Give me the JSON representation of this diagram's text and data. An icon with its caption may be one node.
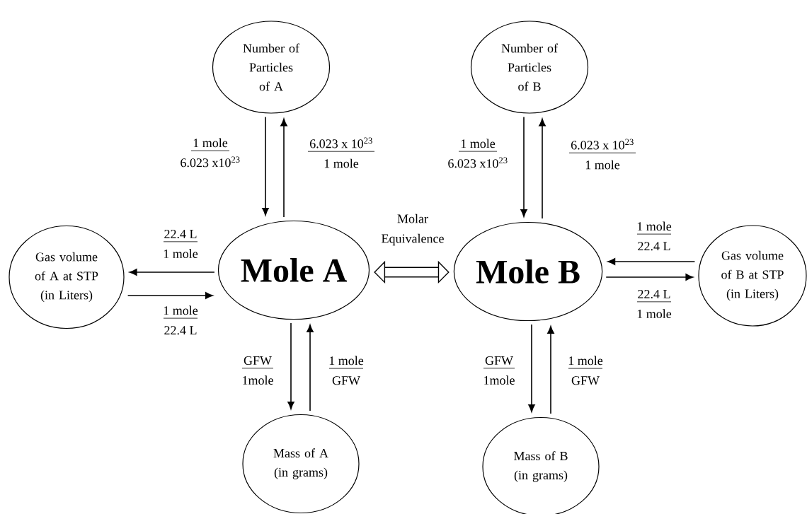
{
  "diagram": {
    "nodes": [
      {
        "text": [
          "Number of Particles of A"
        ]
      },
      {
        "text": [
          "Number of Particles of B"
        ]
      },
      {
        "text": [
          "Gas volume of A at STP (in Liters)"
        ]
      },
      {
        "text": [
          "Mole A"
        ]
      },
      {
        "text": [
          "Mole B"
        ]
      },
      {
        "text": [
          "Gas volume of B at STP (in Liters)"
        ]
      },
      {
        "text": [
          "Mass of A (in grams)"
        ]
      },
      {
        "text": [
          "Mass of B (in grams)"
        ]
      }
    ],
    "edges": [
      {
        "from": 0,
        "to": 3,
        "arrow": "to",
        "label": "1 mole 6.023 x10$^{23}$"
      },
      {
        "from": 3,
        "to": 0,
        "arrow": "to",
        "label": "6.023 x 10$^{23}$ 1 mole"
      },
      {
        "from": 1,
        "to": 4,
        "arrow": "to",
        "label": "1 mole 6.023 x10$^{23}$"
      },
      {
        "from": 4,
        "to": 1,
        "arrow": "to",
        "label": "6.023 x 10$^{23}$ 1 mole"
      },
      {
        "from": 3,
        "to": 2,
        "arrow": "to",
        "label": "22.4 L 1 mole"
      },
      {
        "from": 2,
        "to": 3,
        "arrow": "to",
        "label": "1 mole 22.4 L"
      },
      {
        "from": 5,
        "to": 4,
        "arrow": "to",
        "label": "1 mole 22.4 L"
      },
      {
        "from": 4,
        "to": 5,
        "arrow": "to",
        "label": "22.4 L 1 mole"
      },
      {
        "from": 3,
        "to": 6,
        "arrow": "to",
        "label": "GFW 1mole"
      },
      {
        "from": 6,
        "to": 3,
        "arrow": "to",
        "label": "1 mole GFW"
      },
      {
        "from": 4,
        "to": 7,
        "arrow": "to",
        "label": "GFW 1mole"
      },
      {
        "from": 7,
        "to": 4,
        "arrow": "to",
        "label": "1 mole GFW"
      },
      {
        "from": 3,
        "to": 4,
        "arrow": "both",
        "label": "Molar Equivalence",
        "style": "thick"
      }
    ]
  }
}
